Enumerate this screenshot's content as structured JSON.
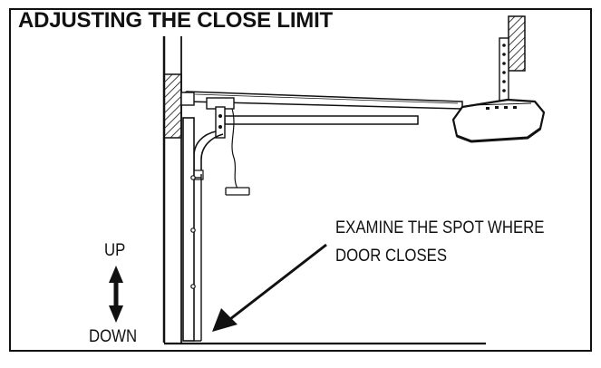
{
  "title": "ADJUSTING THE CLOSE LIMIT",
  "callout": {
    "line1": "EXAMINE THE SPOT WHERE",
    "line2": "DOOR CLOSES"
  },
  "direction": {
    "up_label": "UP",
    "down_label": "DOWN"
  },
  "colors": {
    "stroke": "#111111",
    "opener_body": "#ffffff",
    "background": "#ffffff"
  },
  "icons": {
    "up_down_arrow": "up-down-arrow-icon",
    "pointer_arrow": "pointer-arrow-icon"
  }
}
